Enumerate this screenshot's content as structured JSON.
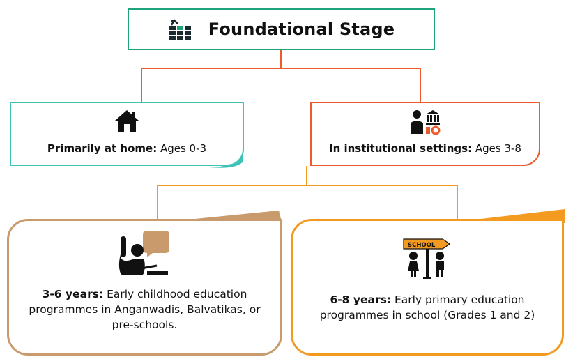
{
  "diagram": {
    "root": {
      "label": "Foundational Stage",
      "icon": "building-blocks-icon"
    },
    "level2": {
      "home": {
        "bold": "Primarily at home:",
        "text": " Ages 0-3",
        "icon": "house-icon",
        "accent": "#3fc2b8"
      },
      "institutional": {
        "bold": "In institutional settings:",
        "text": " Ages 3-8",
        "icon": "teacher-school-icon",
        "accent": "#ec5b2c"
      }
    },
    "level3": {
      "preschool": {
        "bold": "3-6 years:",
        "text": " Early childhood education programmes in Anganwadis, Balvatikas, or pre-schools.",
        "icon": "raised-hand-speech-icon",
        "accent": "#c89a6c"
      },
      "school": {
        "bold": "6-8 years:",
        "text": " Early primary education programmes in school (Grades 1 and 2)",
        "icon": "school-signpost-icon",
        "sign_text": "SCHOOL",
        "accent": "#f39b20"
      }
    },
    "connector_colors": {
      "level1": "#ec5b2c",
      "level2": "#f39b20"
    }
  }
}
